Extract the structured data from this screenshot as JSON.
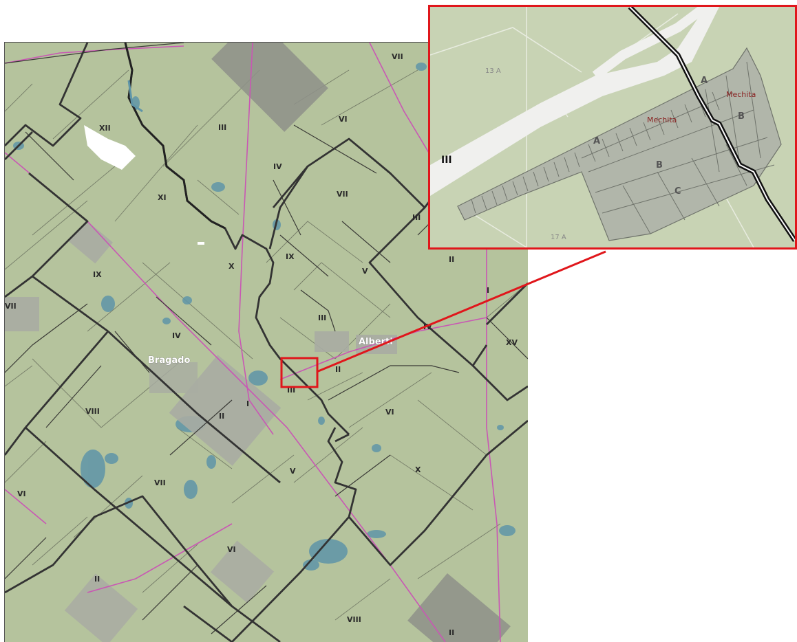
{
  "colors": {
    "land": "#b5c39d",
    "water": "#5f95a8",
    "boundary_major": "#333333",
    "boundary_minor": "#555555",
    "road": "#c957b4",
    "urban": "#a9aca3",
    "inset_border": "#e0161b"
  },
  "main_map": {
    "town_labels": {
      "bragado": "Bragado",
      "alberti": "Alberti"
    },
    "sector_labels": [
      "VII",
      "VI",
      "XII",
      "III",
      "IV",
      "VII",
      "III",
      "XI",
      "IX",
      "X",
      "IX",
      "V",
      "II",
      "VII",
      "III",
      "I",
      "IV",
      "IV",
      "XV",
      "II",
      "III",
      "VIII",
      "I",
      "II",
      "VI",
      "V",
      "X",
      "VII",
      "VI",
      "VI",
      "II",
      "VIII",
      "II"
    ]
  },
  "inset": {
    "locality_labels": [
      "Mechita",
      "Mechita"
    ],
    "block_labels": [
      "A",
      "A",
      "B",
      "B",
      "C"
    ],
    "parcel_labels": [
      "13 A",
      "17 A"
    ],
    "sector_label": "III"
  }
}
